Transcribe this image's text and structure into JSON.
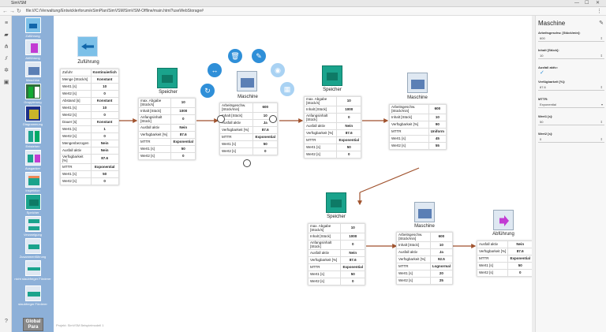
{
  "window": {
    "title": "SimVSM",
    "controls": [
      "—",
      "☐",
      "✕"
    ]
  },
  "browser": {
    "url": "file:///C:/Verwaltung/Entwicklerforum/eSimPlan/SimVSM/SimVSM-Offline/main.html?useWebStorage#",
    "nav_icons": [
      "back-icon",
      "forward-icon",
      "reload-icon"
    ],
    "menu": "⋮"
  },
  "leftbar": {
    "icons": [
      "menu-icon",
      "folder-icon",
      "hierarchy-icon",
      "chart-icon",
      "settings-icon",
      "save-icon",
      "help-icon"
    ]
  },
  "palette": {
    "items": [
      "Zuführung",
      "Abführung",
      "Maschine",
      "Gruppierung",
      "Diagrammung",
      "Entstehen",
      "Ausganker",
      "Inspektion",
      "Speicher",
      "Verzweigung",
      "Zusammenführung",
      "nicht staubfreger Förderer",
      "staubfreger Förderer"
    ],
    "global": "Global Para"
  },
  "canvas": {
    "footer": "Projekt: SimVSM Beispielmodell 1",
    "radial_icons": [
      "trash-icon",
      "pencil-icon",
      "arrows-icon",
      "camera-icon",
      "refresh-icon",
      "image-icon"
    ],
    "nodes": {
      "zufuehrung": {
        "title": "Zuführung",
        "rows": [
          [
            "Zufuhr",
            "Kontinuierlich"
          ],
          [
            "Menge [Stück/s]",
            "Konstant"
          ],
          [
            "Wert1 [s]",
            "10"
          ],
          [
            "Wert2 [s]",
            "0"
          ],
          [
            "Abstand [s]",
            "Konstant"
          ],
          [
            "Wert1 [s]",
            "10"
          ],
          [
            "Wert2 [s]",
            "0"
          ],
          [
            "Dauer [s]",
            "Konstant"
          ],
          [
            "Wert1 [s]",
            "1"
          ],
          [
            "Wert2 [s]",
            "0"
          ],
          [
            "Mengenbezogen",
            "Nein"
          ],
          [
            "Ausfall aktiv",
            "Nein"
          ],
          [
            "Verfügbarkeit [%]",
            "87.6"
          ],
          [
            "MTTR",
            "Exponential"
          ],
          [
            "Wert1 [s]",
            "50"
          ],
          [
            "Wert2 [s]",
            "0"
          ]
        ]
      },
      "speicher1": {
        "title": "Speicher",
        "rows": [
          [
            "max. Abgabe [Stück/s]",
            "10"
          ],
          [
            "Inhalt [Stück]",
            "1000"
          ],
          [
            "Anfangsinhalt [Stück]",
            "0"
          ],
          [
            "Ausfall aktiv",
            "Nein"
          ],
          [
            "Verfügbarkeit [%]",
            "87.6"
          ],
          [
            "MTTR",
            "Exponential"
          ],
          [
            "Wert1 [s]",
            "50"
          ],
          [
            "Wert2 [s]",
            "0"
          ]
        ]
      },
      "maschine1": {
        "title": "Maschine",
        "rows": [
          [
            "Arbeitsgeschw. [Stück/min]",
            "600"
          ],
          [
            "Inhalt [Stück]",
            "10"
          ],
          [
            "Ausfall aktiv",
            "Ja"
          ],
          [
            "Verfügbarkeit [%]",
            "87.6"
          ],
          [
            "MTTR",
            "Exponential"
          ],
          [
            "Wert1 [s]",
            "50"
          ],
          [
            "Wert2 [s]",
            "0"
          ]
        ]
      },
      "speicher2": {
        "title": "Speicher",
        "rows": [
          [
            "max. Abgabe [Stück/s]",
            "10"
          ],
          [
            "Inhalt [Stück]",
            "1000"
          ],
          [
            "Anfangsinhalt [Stück]",
            "0"
          ],
          [
            "Ausfall aktiv",
            "Nein"
          ],
          [
            "Verfügbarkeit [%]",
            "87.6"
          ],
          [
            "MTTR",
            "Exponential"
          ],
          [
            "Wert1 [s]",
            "50"
          ],
          [
            "Wert2 [s]",
            "0"
          ]
        ]
      },
      "maschine2": {
        "title": "Maschine",
        "rows": [
          [
            "Arbeitsgeschw. [Stück/min]",
            "600"
          ],
          [
            "Inhalt [Stück]",
            "10"
          ],
          [
            "Verfügbarkeit [%]",
            "90"
          ],
          [
            "MTTR",
            "Uniform"
          ],
          [
            "Wert1 [s]",
            "45"
          ],
          [
            "Wert2 [s]",
            "55"
          ]
        ]
      },
      "speicher3": {
        "title": "Speicher",
        "rows": [
          [
            "max. Abgabe [Stück/s]",
            "10"
          ],
          [
            "Inhalt [Stück]",
            "1000"
          ],
          [
            "Anfangsinhalt [Stück]",
            "0"
          ],
          [
            "Ausfall aktiv",
            "Nein"
          ],
          [
            "Verfügbarkeit [%]",
            "87.6"
          ],
          [
            "MTTR",
            "Exponential"
          ],
          [
            "Wert1 [s]",
            "50"
          ],
          [
            "Wert2 [s]",
            "0"
          ]
        ]
      },
      "maschine3": {
        "title": "Maschine",
        "rows": [
          [
            "Arbeitsgeschw. [Stück/min]",
            "600"
          ],
          [
            "Inhalt [Stück]",
            "10"
          ],
          [
            "Ausfall aktiv",
            "Ja"
          ],
          [
            "Verfügbarkeit [%]",
            "92.5"
          ],
          [
            "MTTR",
            "Lognormal"
          ],
          [
            "Wert1 [s]",
            "20"
          ],
          [
            "Wert2 [s]",
            "25"
          ]
        ]
      },
      "abfuehrung": {
        "title": "Abführung",
        "rows": [
          [
            "Ausfall aktiv",
            "Nein"
          ],
          [
            "Verfügbarkeit [%]",
            "87.6"
          ],
          [
            "MTTR",
            "Exponential"
          ],
          [
            "Wert1 [s]",
            "50"
          ],
          [
            "Wert2 [s]",
            "0"
          ]
        ]
      }
    }
  },
  "panel": {
    "title": "Maschine",
    "fields": [
      {
        "label": "Arbeitsgeschw. [Stück/min]:",
        "value": "600",
        "type": "stepper"
      },
      {
        "label": "Inhalt [Stück]:",
        "value": "10",
        "type": "stepper"
      },
      {
        "label": "Ausfall aktiv:",
        "value": "✓",
        "type": "check"
      },
      {
        "label": "Verfügbarkeit [%]:",
        "value": "87.6",
        "type": "stepper"
      },
      {
        "label": "MTTR:",
        "value": "Exponential",
        "type": "select"
      },
      {
        "label": "Wert1 [s]:",
        "value": "50",
        "type": "stepper"
      },
      {
        "label": "Wert2 [s]:",
        "value": "0",
        "type": "stepper"
      }
    ]
  },
  "colors": {
    "palette_bg": "#8db0d8",
    "accent": "#2f8fd8",
    "connector": "#a0522d",
    "speicher": "#1aa38c",
    "maschine": "#5b7fb5",
    "quelle": "#7cc0e8",
    "senke": "#c23bd3"
  }
}
